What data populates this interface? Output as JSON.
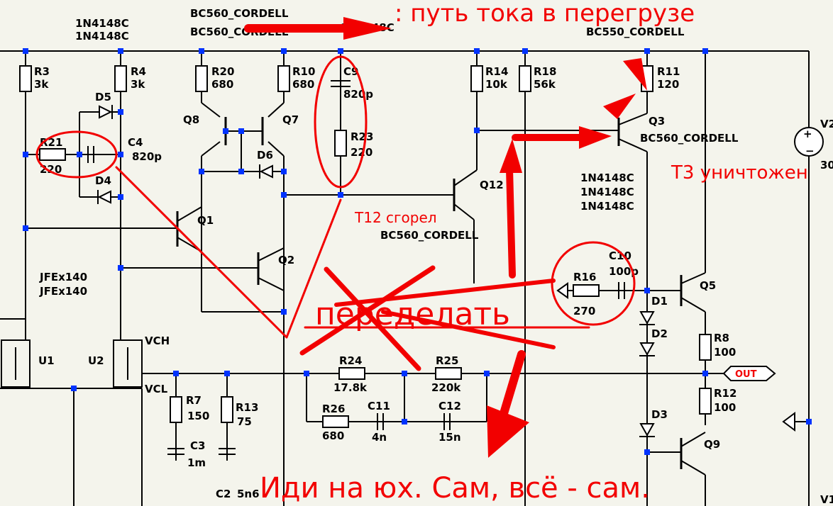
{
  "components": {
    "R3": {
      "name": "R3",
      "value": "3k"
    },
    "R4": {
      "name": "R4",
      "value": "3k"
    },
    "R20": {
      "name": "R20",
      "value": "680"
    },
    "R10": {
      "name": "R10",
      "value": "680"
    },
    "R14": {
      "name": "R14",
      "value": "10k"
    },
    "R18": {
      "name": "R18",
      "value": "56k"
    },
    "R11": {
      "name": "R11",
      "value": "120"
    },
    "R21": {
      "name": "R21",
      "value": "220"
    },
    "R23": {
      "name": "R23",
      "value": "220"
    },
    "R16": {
      "name": "R16",
      "value": "270"
    },
    "R8": {
      "name": "R8",
      "value": "100"
    },
    "R12": {
      "name": "R12",
      "value": "100"
    },
    "R24": {
      "name": "R24",
      "value": "17.8k"
    },
    "R25": {
      "name": "R25",
      "value": "220k"
    },
    "R26": {
      "name": "R26",
      "value": "680"
    },
    "R7": {
      "name": "R7",
      "value": "150"
    },
    "R13": {
      "name": "R13",
      "value": "75"
    },
    "C9": {
      "name": "C9",
      "value": "820p"
    },
    "C4": {
      "name": "C4",
      "value": "820p"
    },
    "C10": {
      "name": "C10",
      "value": "100p"
    },
    "C11": {
      "name": "C11",
      "value": "4n"
    },
    "C12": {
      "name": "C12",
      "value": "15n"
    },
    "C3": {
      "name": "C3",
      "value": "1m"
    },
    "C2": {
      "name": "C2",
      "value": "5n6"
    },
    "D1": "D1",
    "D2": "D2",
    "D3": "D3",
    "D4": "D4",
    "D5": "D5",
    "D6": "D6",
    "Q1": "Q1",
    "Q2": "Q2",
    "Q3": "Q3",
    "Q5": "Q5",
    "Q7": "Q7",
    "Q8": "Q8",
    "Q9": "Q9",
    "Q12": "Q12",
    "U1": "U1",
    "U2": "U2",
    "V2": "V2",
    "V2_value": "30",
    "V1": "V1"
  },
  "models": {
    "diode_top_1": "1N4148C",
    "diode_top_2": "1N4148C",
    "bc560_a": "BC560_CORDELL",
    "bc560_b": "BC560_CORDELL",
    "top_partial": "1N4148C",
    "bc550": "BC550_CORDELL",
    "q3_model": "BC560_CORDELL",
    "diode_mid_1": "1N4148C",
    "diode_mid_2": "1N4148C",
    "diode_mid_3": "1N4148C",
    "q12_model": "BC560_CORDELL",
    "jfet_1": "JFEx140",
    "jfet_2": "JFEx140"
  },
  "pins": {
    "vch": "VCH",
    "vcl": "VCL"
  },
  "out_label": "OUT",
  "annotations": {
    "current_path": ": путь тока в перегрузе",
    "t3_destroyed": "T3 уничтожен",
    "t12_burnt": "T12 сгорел",
    "redo": "переделать",
    "bottom_note": "Иди на юх. Сам, всё - сам."
  },
  "colors": {
    "ink": "#f20000",
    "node": "#0033ff",
    "wire": "#000000",
    "background": "#f4f4ec"
  }
}
